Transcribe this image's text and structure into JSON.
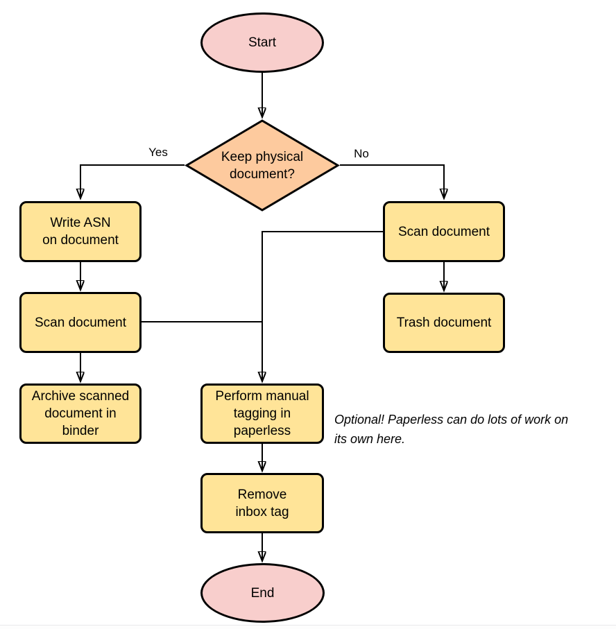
{
  "colors": {
    "terminator_fill": "#f8cecc",
    "decision_fill": "#fdca9e",
    "process_fill": "#ffe498",
    "stroke": "#000000",
    "background": "#ffffff"
  },
  "nodes": {
    "start": {
      "type": "terminator",
      "lines": [
        "Start"
      ]
    },
    "decision": {
      "type": "decision",
      "lines": [
        "Keep physical",
        "document?"
      ]
    },
    "write_asn": {
      "type": "process",
      "lines": [
        "Write ASN",
        "on document"
      ]
    },
    "scan_left": {
      "type": "process",
      "lines": [
        "Scan document"
      ]
    },
    "archive": {
      "type": "process",
      "lines": [
        "Archive scanned",
        "document in",
        "binder"
      ]
    },
    "scan_right": {
      "type": "process",
      "lines": [
        "Scan document"
      ]
    },
    "trash": {
      "type": "process",
      "lines": [
        "Trash document"
      ]
    },
    "tagging": {
      "type": "process",
      "lines": [
        "Perform manual",
        "tagging in",
        "paperless"
      ]
    },
    "remove_inbox": {
      "type": "process",
      "lines": [
        "Remove",
        "inbox tag"
      ]
    },
    "end": {
      "type": "terminator",
      "lines": [
        "End"
      ]
    }
  },
  "edge_labels": {
    "yes": "Yes",
    "no": "No"
  },
  "annotation": {
    "lines": [
      "Optional! Paperless can do lots of work on",
      "its own here."
    ]
  }
}
